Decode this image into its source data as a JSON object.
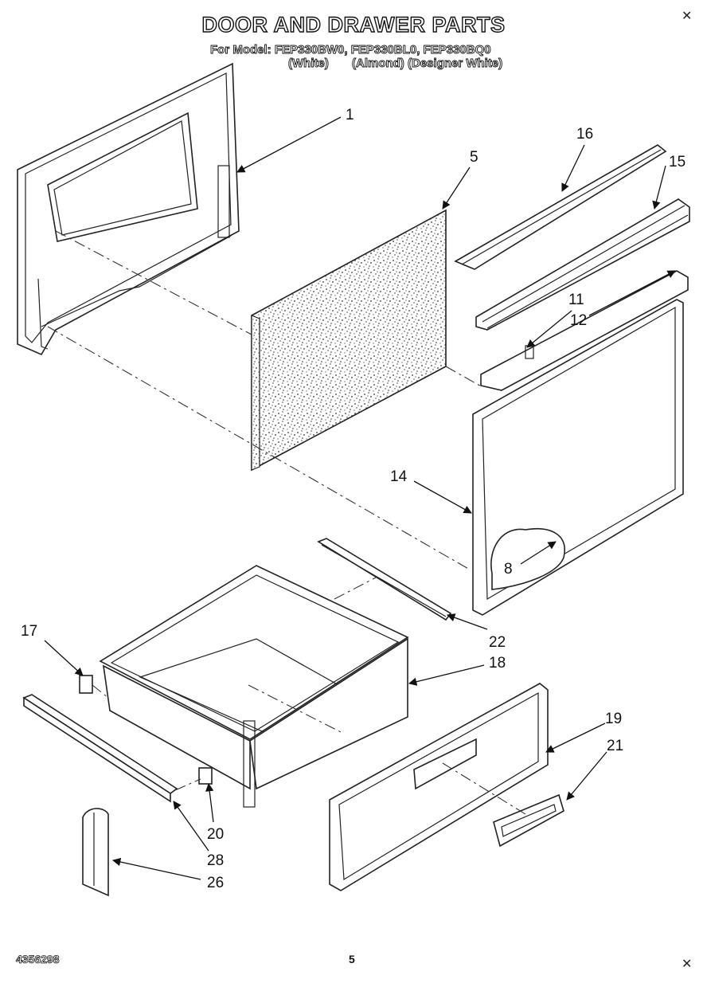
{
  "title": "DOOR AND DRAWER PARTS",
  "model_line": "For Model: FEP330BW0, FEP330BL0, FEP330BQ0",
  "color_line": "(White)       (Almond) (Designer White)",
  "document_number": "4356298",
  "page_number": "5",
  "corner_mark": "✕",
  "callouts": [
    {
      "id": "1",
      "label": "1"
    },
    {
      "id": "5",
      "label": "5"
    },
    {
      "id": "16",
      "label": "16"
    },
    {
      "id": "15",
      "label": "15"
    },
    {
      "id": "11",
      "label": "11"
    },
    {
      "id": "12",
      "label": "12"
    },
    {
      "id": "14",
      "label": "14"
    },
    {
      "id": "8",
      "label": "8"
    },
    {
      "id": "17",
      "label": "17"
    },
    {
      "id": "22",
      "label": "22"
    },
    {
      "id": "18",
      "label": "18"
    },
    {
      "id": "19",
      "label": "19"
    },
    {
      "id": "21",
      "label": "21"
    },
    {
      "id": "20",
      "label": "20"
    },
    {
      "id": "28",
      "label": "28"
    },
    {
      "id": "26",
      "label": "26"
    }
  ]
}
